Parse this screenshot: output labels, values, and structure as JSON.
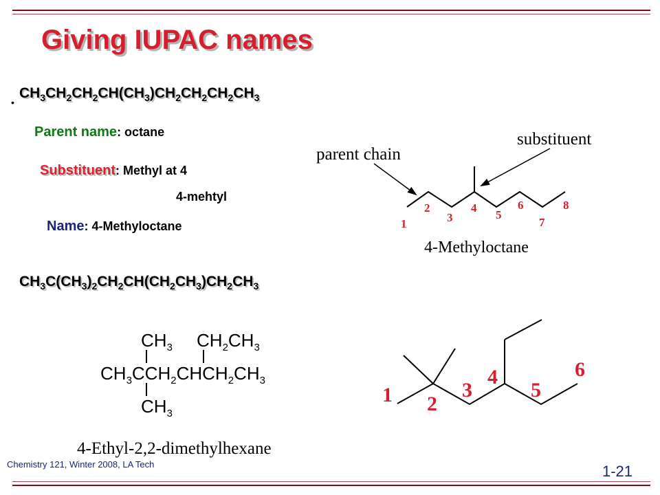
{
  "slide": {
    "title": "Giving IUPAC names",
    "footer": "Chemistry 121, Winter 2008, LA Tech",
    "page": "1-21"
  },
  "example1": {
    "bullet": "•",
    "formula": [
      "CH",
      "3",
      "CH",
      "2",
      "CH",
      "2",
      "CH(CH",
      "3",
      ")CH",
      "2",
      "CH",
      "2",
      "CH",
      "2",
      "CH",
      "3"
    ],
    "parent_label": "Parent name",
    "parent_value": ": octane",
    "substituent_label": "Substituent",
    "substituent_value": ": Methyl at 4",
    "substituent_short": "4-mehtyl",
    "name_label": "Name",
    "name_value": ": 4-Methyloctane",
    "diagram": {
      "parent_chain_label": "parent chain",
      "substituent_label": "substituent",
      "numbers": [
        "1",
        "2",
        "3",
        "4",
        "5",
        "6",
        "7",
        "8"
      ],
      "compound_name": "4-Methyloctane"
    }
  },
  "example2": {
    "formula": [
      "CH",
      "3",
      "C(CH",
      "3",
      ")",
      "2",
      "CH",
      "2",
      "CH(CH",
      "2",
      "CH",
      "3",
      ")CH",
      "2",
      "CH",
      "3"
    ],
    "structure": {
      "top_left": [
        "CH",
        "3"
      ],
      "top_right": [
        "CH",
        "2",
        "CH",
        "3"
      ],
      "main": [
        "CH",
        "3",
        "CCH",
        "2",
        "CHCH",
        "2",
        "CH",
        "3"
      ],
      "bottom": [
        "CH",
        "3"
      ]
    },
    "compound_name": "4-Ethyl-2,2-dimethylhexane",
    "skeletal_numbers": [
      "1",
      "2",
      "3",
      "4",
      "5",
      "6"
    ]
  },
  "colors": {
    "title": "#d4202e",
    "parent": "#0e7a14",
    "substituent": "#e0202e",
    "name": "#1a2380",
    "rule": "#7c0e16",
    "locant": "#d4202e"
  }
}
